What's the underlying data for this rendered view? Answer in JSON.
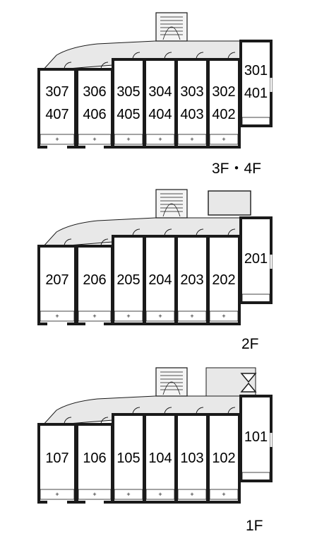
{
  "floors": [
    {
      "label": "3F・4F",
      "units": [
        {
          "line1": "307",
          "line2": "407"
        },
        {
          "line1": "306",
          "line2": "406"
        },
        {
          "line1": "305",
          "line2": "405"
        },
        {
          "line1": "304",
          "line2": "404"
        },
        {
          "line1": "303",
          "line2": "403"
        },
        {
          "line1": "302",
          "line2": "402"
        },
        {
          "line1": "301",
          "line2": "401"
        }
      ]
    },
    {
      "label": "2F",
      "units": [
        {
          "line1": "207"
        },
        {
          "line1": "206"
        },
        {
          "line1": "205"
        },
        {
          "line1": "204"
        },
        {
          "line1": "203"
        },
        {
          "line1": "202"
        },
        {
          "line1": "201"
        }
      ]
    },
    {
      "label": "1F",
      "units": [
        {
          "line1": "107"
        },
        {
          "line1": "106"
        },
        {
          "line1": "105"
        },
        {
          "line1": "104"
        },
        {
          "line1": "103"
        },
        {
          "line1": "102"
        },
        {
          "line1": "101"
        }
      ]
    }
  ],
  "colors": {
    "wall": "#1a1a1a",
    "corridor": "#e8e8e8",
    "background": "#ffffff"
  }
}
